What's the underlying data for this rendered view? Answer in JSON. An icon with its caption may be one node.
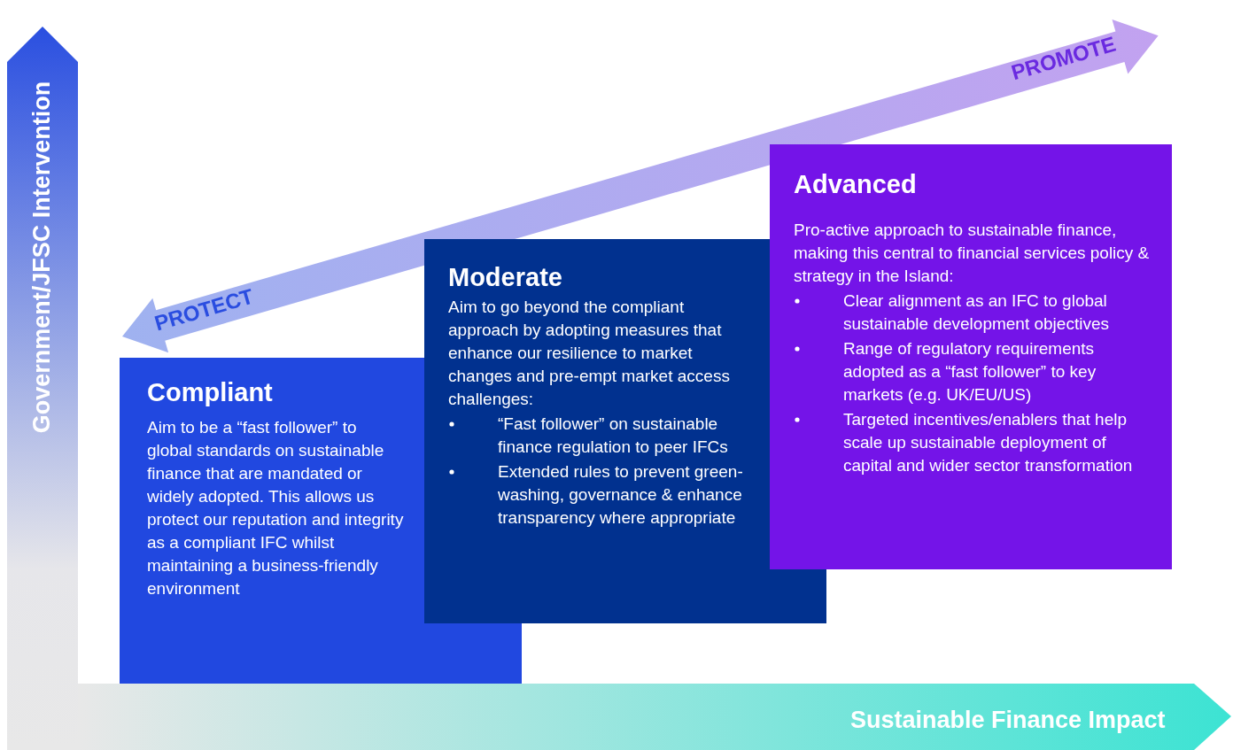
{
  "diagram": {
    "nodes": [
      {
        "text": [
          "Compliant",
          "Aim to be a “fast follower” to global standards on sustainable finance that are mandated or widely adopted. This allows us protect our reputation and integrity as a compliant IFC whilst maintaining a business-friendly environment"
        ]
      },
      {
        "text": [
          "Moderate",
          "Aim to go beyond the compliant approach by adopting measures that enhance our resilience to market changes and pre-empt market access challenges:",
          "“Fast follower” on sustainable finance regulation to peer IFCs",
          "Extended rules to prevent green-washing, governance & enhance transparency where appropriate"
        ]
      },
      {
        "text": [
          "Advanced",
          "Pro-active approach to sustainable finance, making this central to financial services policy & strategy in the Island:",
          "Clear alignment as an IFC to global sustainable development objectives",
          "Range of regulatory requirements adopted as a “fast follower” to key markets (e.g. UK/EU/US)",
          "Targeted incentives/enablers that help scale up sustainable deployment of capital and wider sector transformation"
        ]
      }
    ],
    "labels": [
      "Government/JFSC Intervention",
      "PROMOTE",
      "PROTECT",
      "Sustainable Finance Impact"
    ]
  }
}
